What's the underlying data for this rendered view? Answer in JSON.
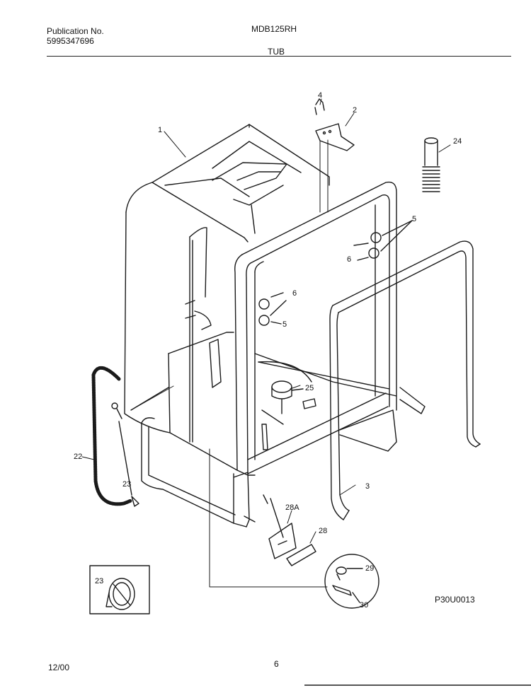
{
  "header": {
    "publication_label": "Publication No.",
    "publication_number": "5995347696",
    "model": "MDB125RH",
    "section": "TUB"
  },
  "footer": {
    "date": "12/00",
    "page": "6",
    "drawing_code": "P30U0013"
  },
  "callouts": {
    "c1": "1",
    "c2": "2",
    "c3": "3",
    "c4": "4",
    "c5a": "5",
    "c5b": "5",
    "c6a": "6",
    "c6b": "6",
    "c22": "22",
    "c23a": "23",
    "c23b": "23",
    "c24": "24",
    "c25": "25",
    "c28": "28",
    "c28a": "28A",
    "c29": "29",
    "c30": "30"
  }
}
